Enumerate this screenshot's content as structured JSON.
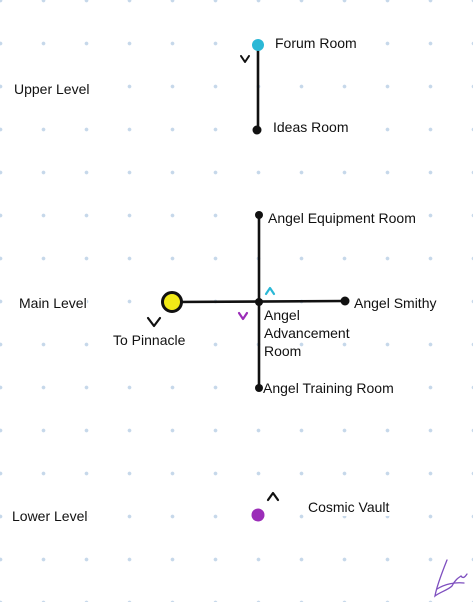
{
  "levels": {
    "upper": "Upper Level",
    "main": "Main Level",
    "lower": "Lower Level"
  },
  "rooms": {
    "forum": "Forum Room",
    "ideas": "Ideas Room",
    "equipment": "Angel Equipment Room",
    "smithy": "Angel Smithy",
    "advancement": "Angel Advancement Room",
    "training": "Angel Training Room",
    "pinnacle": "To Pinnacle",
    "vault": "Cosmic Vault"
  },
  "colors": {
    "path": "#111111",
    "forum_node": "#2bb8d6",
    "vault_node": "#9b2db8",
    "entrance_fill": "#f2ea17",
    "up_arrow": "#2bb8d6",
    "down_arrow": "#9b2db8",
    "signature": "#7e4fbf"
  },
  "icons": [
    "down-arrow-icon",
    "up-arrow-icon",
    "entrance-marker-icon",
    "signature-icon"
  ]
}
